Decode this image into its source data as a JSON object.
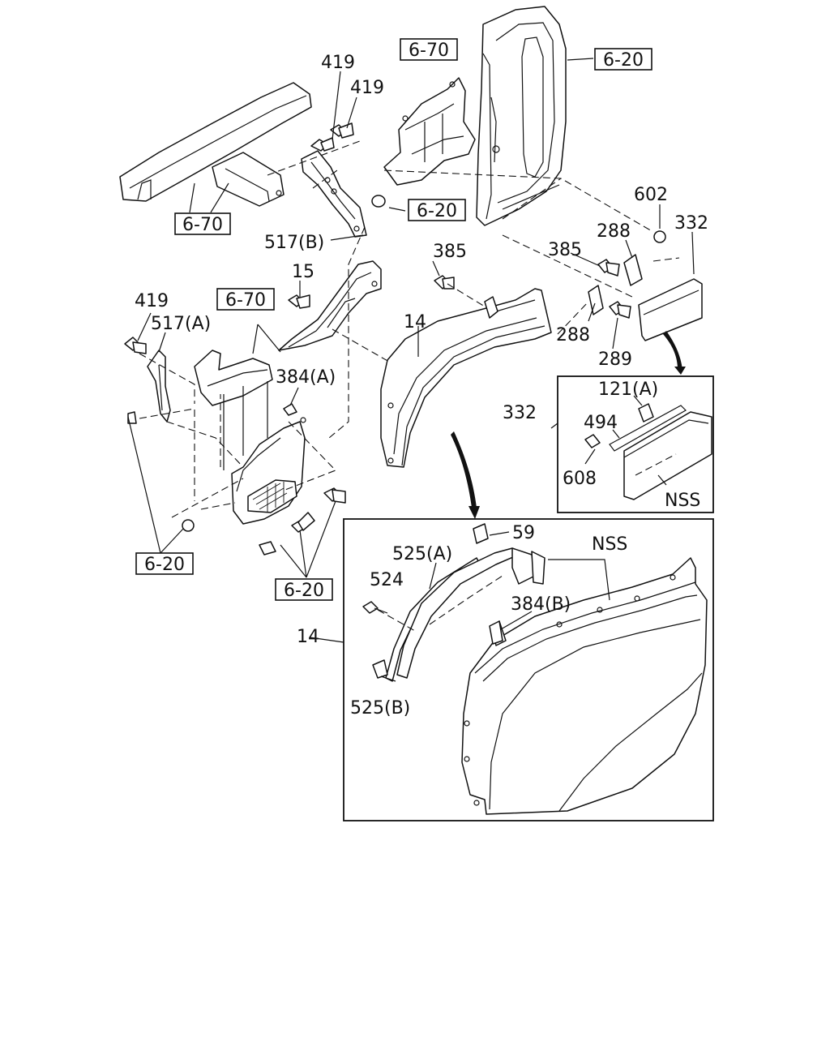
{
  "refs": {
    "r_6_70_a": "6-70",
    "r_6_20_a": "6-20",
    "r_6_70_b": "6-70",
    "r_6_20_b": "6-20",
    "r_6_70_c": "6-70",
    "r_6_20_c": "6-20",
    "r_6_20_d": "6-20"
  },
  "labels": {
    "p419a": "419",
    "p419b": "419",
    "p517b": "517(B)",
    "p602": "602",
    "p332": "332",
    "p288a": "288",
    "p385a": "385",
    "p385b": "385",
    "p15": "15",
    "p14a": "14",
    "p288b": "288",
    "p289": "289",
    "p419c": "419",
    "p517a": "517(A)",
    "p384a": "384(A)",
    "d332": "332",
    "d121a": "121(A)",
    "d494": "494",
    "d608": "608",
    "dnss": "NSS",
    "f59": "59",
    "f525a": "525(A)",
    "fnss": "NSS",
    "f524": "524",
    "f384b": "384(B)",
    "f14": "14",
    "f525b": "525(B)"
  }
}
